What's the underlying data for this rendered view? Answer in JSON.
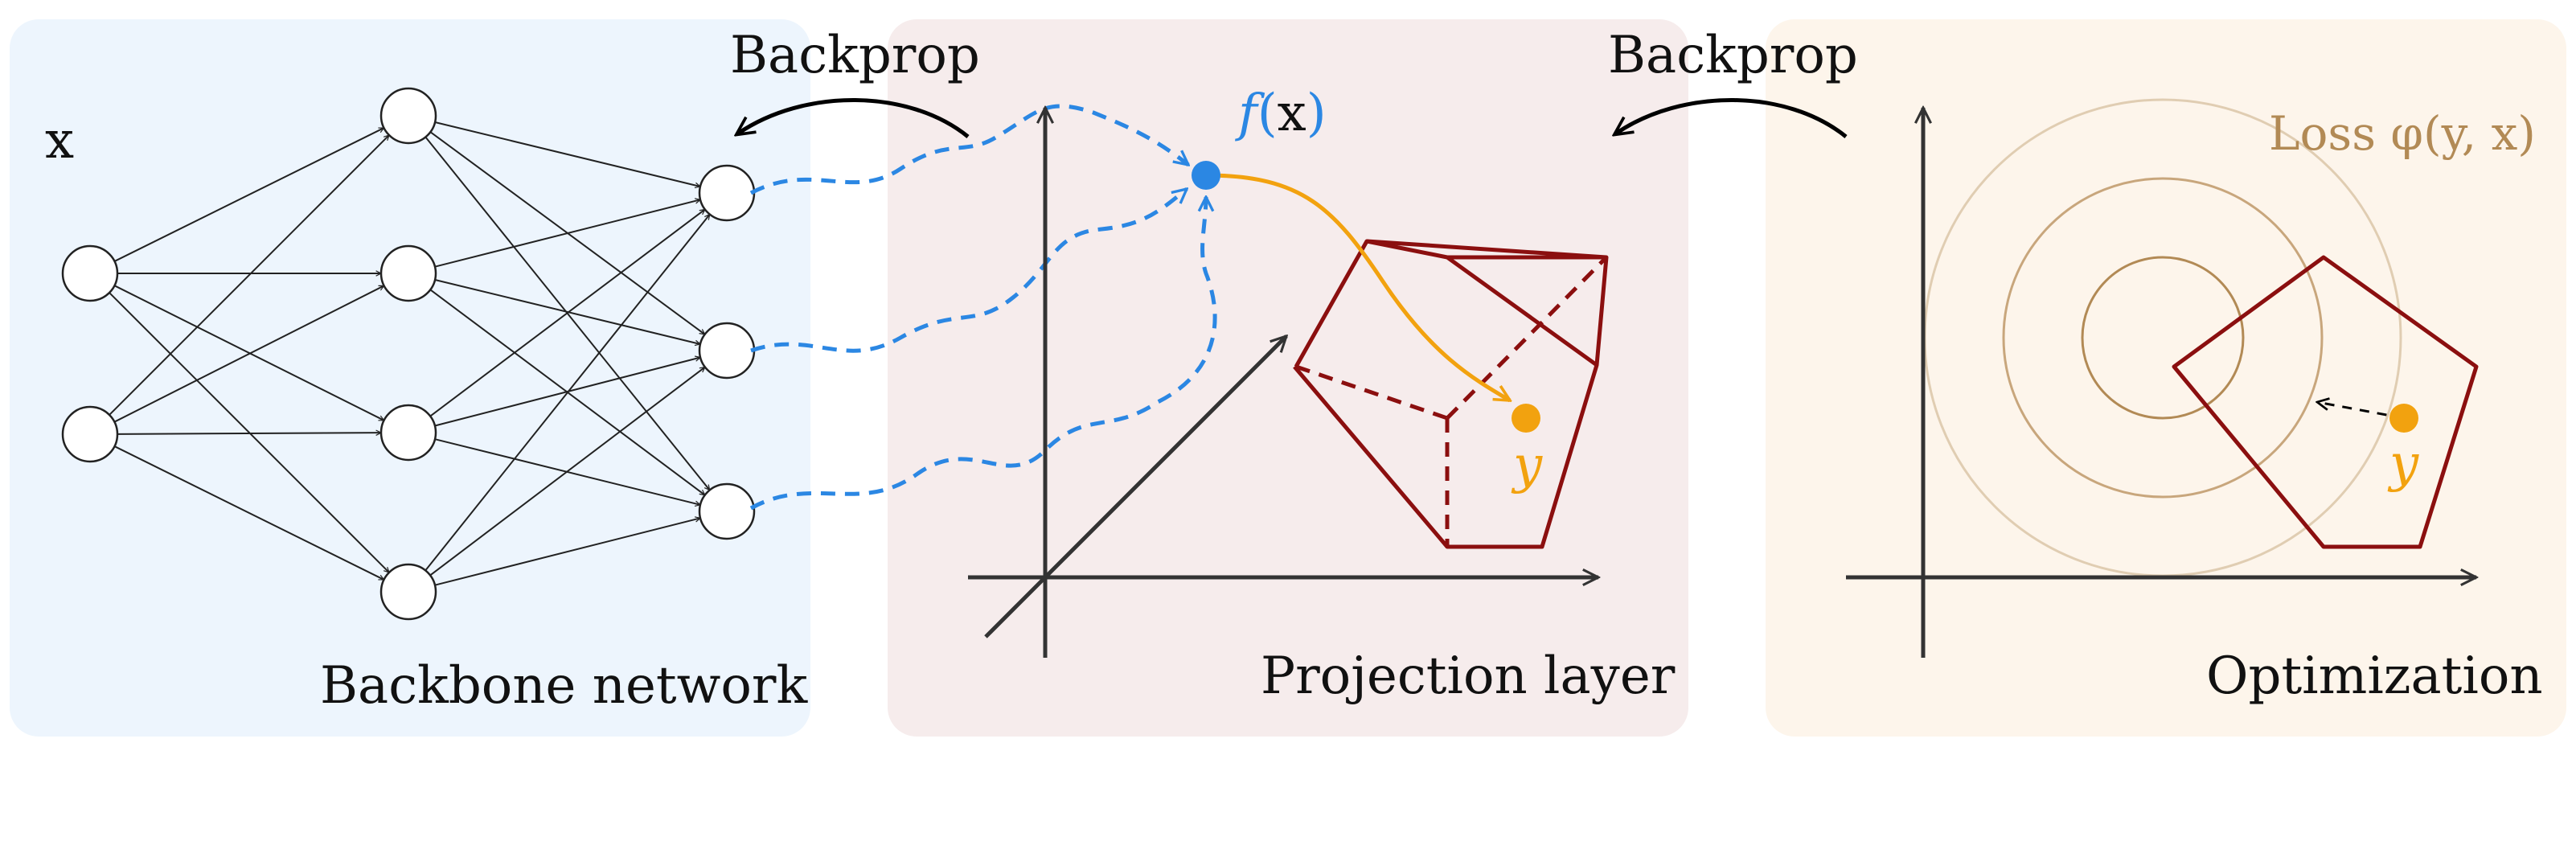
{
  "panels": {
    "backbone": {
      "label": "Backbone network",
      "input_label": "x",
      "bg": "#edf5fd"
    },
    "projection": {
      "label": "Projection layer",
      "output_fn": "f",
      "output_arg": "(x)",
      "output_var": "y",
      "bg": "#f6ecec"
    },
    "optimization": {
      "label": "Optimization",
      "loss_label": "Loss φ(y, x)",
      "output_var": "y",
      "bg": "#fdf5eb"
    }
  },
  "arrows": {
    "backprop_1": "Backprop",
    "backprop_2": "Backprop"
  },
  "colors": {
    "blue": "#2b87e3",
    "orange": "#f2a20f",
    "dark_red": "#8b0f0f",
    "loss_brown": "#b28a55",
    "axis": "#333333"
  }
}
